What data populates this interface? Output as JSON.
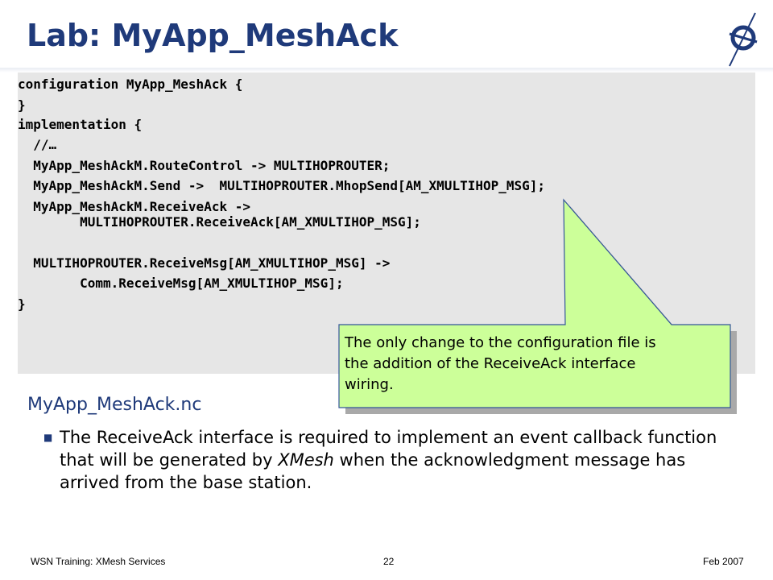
{
  "slide": {
    "title": "Lab: MyApp_MeshAck"
  },
  "code": {
    "lines": [
      "configuration MyApp_MeshAck {",
      "}",
      "implementation {",
      "  //…",
      "  MyApp_MeshAckM.RouteControl -> MULTIHOPROUTER;",
      "  MyApp_MeshAckM.Send ->  MULTIHOPROUTER.MhopSend[AM_XMULTIHOP_MSG];",
      "  MyApp_MeshAckM.ReceiveAck ->",
      "        MULTIHOPROUTER.ReceiveAck[AM_XMULTIHOP_MSG];",
      "  MULTIHOPROUTER.ReceiveMsg[AM_XMULTIHOP_MSG] ->",
      "        Comm.ReceiveMsg[AM_XMULTIHOP_MSG];",
      "}"
    ]
  },
  "callout": {
    "line1": "The only change to the configuration file is",
    "line2": "the addition of the ReceiveAck interface",
    "line3": "wiring."
  },
  "section": {
    "title": "MyApp_MeshAck.nc",
    "bullet_marker": "■",
    "bullet_part1": "The ReceiveAck interface is required to implement an event callback function that will be generated by ",
    "bullet_italic": "XMesh",
    "bullet_part2": " when the acknowledgment message has arrived from the base station."
  },
  "footer": {
    "left": "WSN Training: XMesh Services",
    "page": "22",
    "date": "Feb 2007"
  },
  "colors": {
    "title": "#1f3a7a",
    "code_panel": "#e6e6e6",
    "callout_fill": "#ccff99",
    "callout_border": "#335599"
  },
  "icons": {
    "logo": "compass-logo-icon"
  }
}
